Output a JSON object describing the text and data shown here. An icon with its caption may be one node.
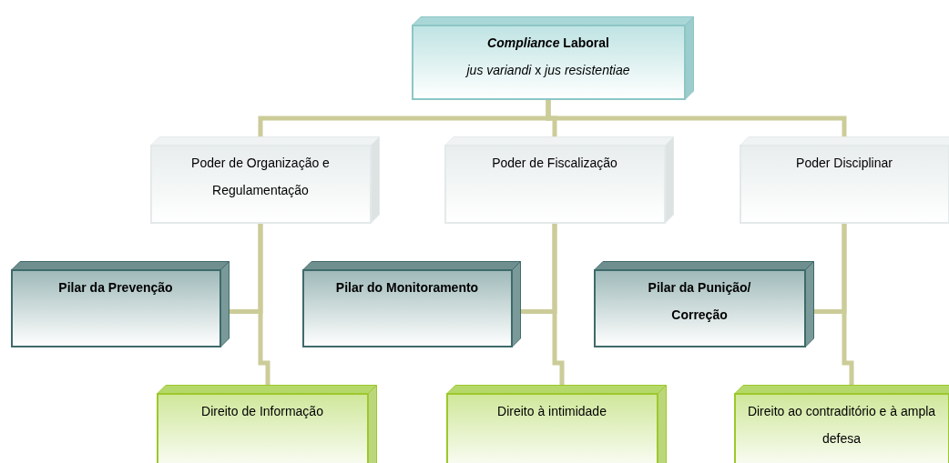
{
  "diagram": {
    "nodes": [
      {
        "text": [
          "*Compliance* Laboral",
          "*jus variandi* x *jus resistentiae*"
        ]
      },
      {
        "text": [
          "Poder de Organização e Regulamentação"
        ]
      },
      {
        "text": [
          "Poder de Fiscalização"
        ]
      },
      {
        "text": [
          "Poder Disciplinar"
        ]
      },
      {
        "text": [
          "Pilar da Prevenção"
        ]
      },
      {
        "text": [
          "Pilar do Monitoramento"
        ]
      },
      {
        "text": [
          "Pilar da Punição/ Correção"
        ]
      },
      {
        "text": [
          "Direito de Informação"
        ]
      },
      {
        "text": [
          "Direito à intimidade"
        ]
      },
      {
        "text": [
          "Direito ao contraditório e à ampla defesa"
        ]
      }
    ],
    "edges": [
      {
        "from": 0,
        "to": 1,
        "arrow": "none"
      },
      {
        "from": 0,
        "to": 2,
        "arrow": "none"
      },
      {
        "from": 0,
        "to": 3,
        "arrow": "none"
      },
      {
        "from": 1,
        "to": 4,
        "arrow": "none"
      },
      {
        "from": 1,
        "to": 7,
        "arrow": "none"
      },
      {
        "from": 2,
        "to": 5,
        "arrow": "none"
      },
      {
        "from": 2,
        "to": 8,
        "arrow": "none"
      },
      {
        "from": 3,
        "to": 6,
        "arrow": "none"
      },
      {
        "from": 3,
        "to": 9,
        "arrow": "none"
      }
    ]
  }
}
